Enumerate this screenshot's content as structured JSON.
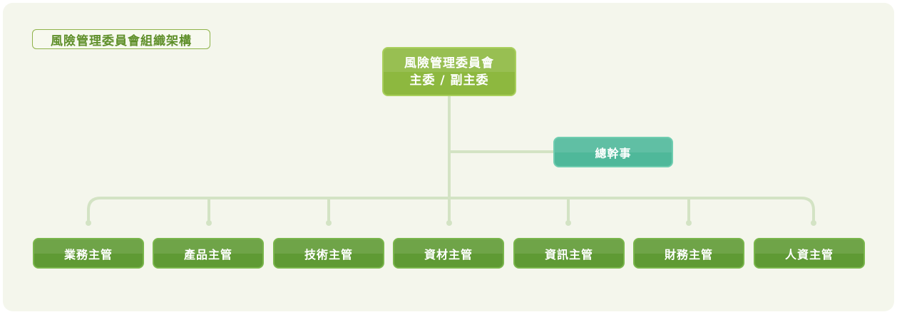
{
  "title": "風險管理委員會組織架構",
  "chairman": {
    "line1": "風險管理委員會",
    "line2": "主委 / 副主委"
  },
  "secretary": "總幹事",
  "departments": [
    "業務主管",
    "產品主管",
    "技術主管",
    "資材主管",
    "資訊主管",
    "財務主管",
    "人資主管"
  ],
  "colors": {
    "background": "#f4f6ec",
    "chairman": "#8db83f",
    "secretary": "#4fb89a",
    "department": "#5f9a34",
    "connector": "#d3e3c4",
    "title": "#5f8f2a"
  }
}
